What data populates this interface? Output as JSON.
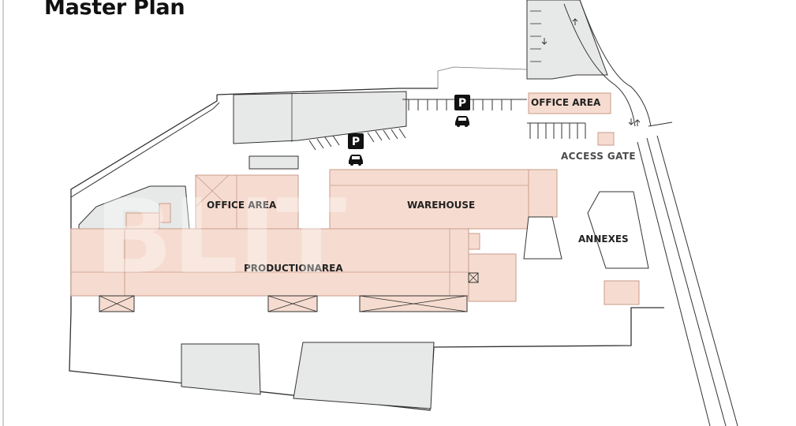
{
  "title": "Master Plan",
  "watermark": "BLIT",
  "zones": {
    "office_area_north": "OFFICE AREA",
    "office_area_main": "OFFICE AREA",
    "warehouse": "WAREHOUSE",
    "production_area": "PRODUCTIONAREA",
    "annexes": "ANNEXES",
    "access_gate": "ACCESS GATE"
  },
  "parking": {
    "symbol": "P",
    "car_icon": "car-icon"
  },
  "colors": {
    "building_fill": "#f6dcd0",
    "building_stroke": "#c99b8a",
    "paved_fill": "#e7e8e8",
    "outline": "#333333",
    "parking_badge": "#111111"
  }
}
